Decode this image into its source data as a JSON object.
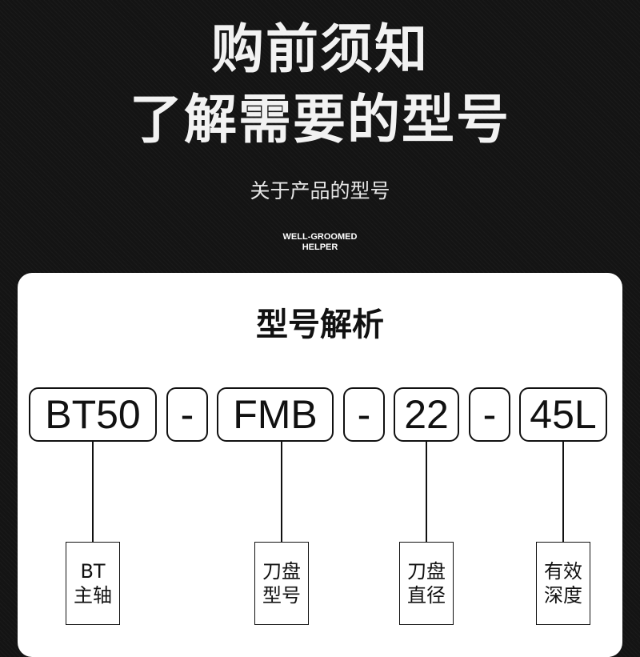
{
  "header": {
    "title_line1": "购前须知",
    "title_line2": "了解需要的型号",
    "subtitle": "关于产品的型号",
    "brand_line1": "WELL-GROOMED",
    "brand_line2": "HELPER"
  },
  "card": {
    "title": "型号解析",
    "segments": [
      "BT50",
      "-",
      "FMB",
      "-",
      "22",
      "-",
      "45L"
    ],
    "labels": [
      {
        "line1": "BT",
        "line2": "主轴"
      },
      {
        "line1": "刀盘",
        "line2": "型号"
      },
      {
        "line1": "刀盘",
        "line2": "直径"
      },
      {
        "line1": "有效",
        "line2": "深度"
      }
    ]
  }
}
